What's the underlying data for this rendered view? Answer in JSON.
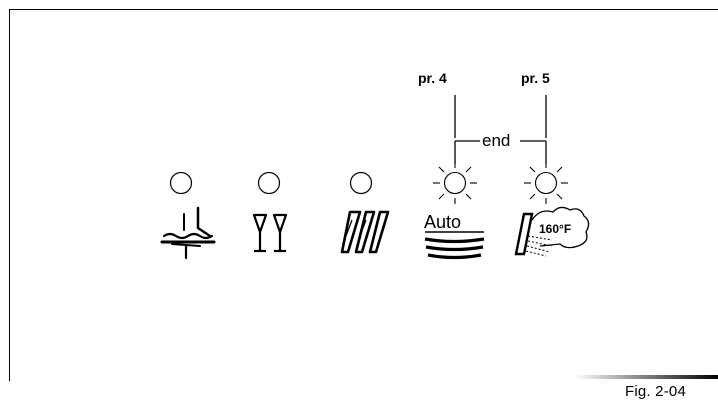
{
  "callouts": {
    "left": "pr. 4",
    "right": "pr. 5"
  },
  "end_label": "end",
  "figure_label": "Fig. 2-04",
  "program_symbols": [
    {
      "icon": "soak-prewash-icon",
      "indicator": "off"
    },
    {
      "icon": "glasses-icon",
      "indicator": "off"
    },
    {
      "icon": "light-wash-icon",
      "indicator": "off"
    },
    {
      "icon": "auto-wash-icon",
      "indicator": "lit",
      "text": "Auto"
    },
    {
      "icon": "sanitize-160f-icon",
      "indicator": "lit",
      "text": "160°F"
    }
  ]
}
